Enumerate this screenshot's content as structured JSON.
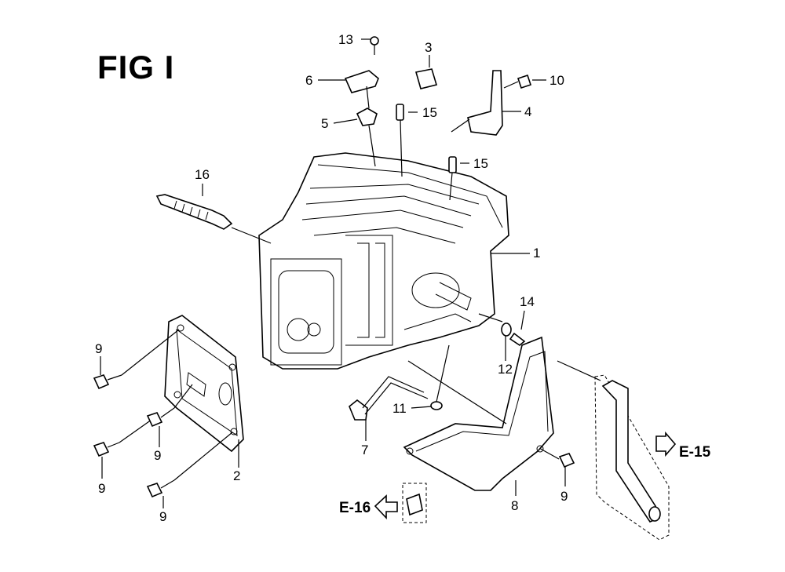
{
  "figure": {
    "title": "FIG I"
  },
  "callouts": [
    {
      "id": "c13",
      "text": "13"
    },
    {
      "id": "c3",
      "text": "3"
    },
    {
      "id": "c6",
      "text": "6"
    },
    {
      "id": "c10",
      "text": "10"
    },
    {
      "id": "c15a",
      "text": "15"
    },
    {
      "id": "c5",
      "text": "5"
    },
    {
      "id": "c4",
      "text": "4"
    },
    {
      "id": "c15b",
      "text": "15"
    },
    {
      "id": "c16",
      "text": "16"
    },
    {
      "id": "c1",
      "text": "1"
    },
    {
      "id": "c14",
      "text": "14"
    },
    {
      "id": "c9a",
      "text": "9"
    },
    {
      "id": "c12",
      "text": "12"
    },
    {
      "id": "c11",
      "text": "11"
    },
    {
      "id": "c9b",
      "text": "9"
    },
    {
      "id": "c9c",
      "text": "9"
    },
    {
      "id": "c7",
      "text": "7"
    },
    {
      "id": "c2",
      "text": "2"
    },
    {
      "id": "c8",
      "text": "8"
    },
    {
      "id": "c9d",
      "text": "9"
    },
    {
      "id": "c9e",
      "text": "9"
    }
  ],
  "references": [
    {
      "id": "e15",
      "text": "E-15"
    },
    {
      "id": "e16",
      "text": "E-16"
    }
  ]
}
